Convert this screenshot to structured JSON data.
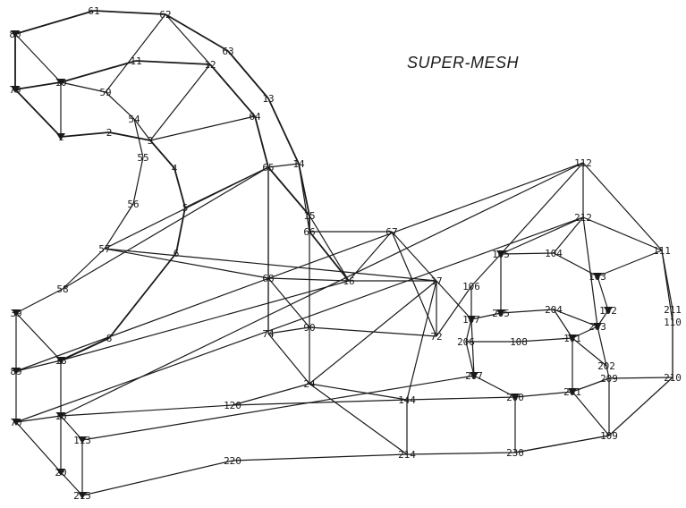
{
  "title": "SUPER-MESH",
  "colors": {
    "ink": "#1a1a1a",
    "background": "#ffffff"
  },
  "nodes": [
    {
      "id": "n80",
      "label": "80"
    },
    {
      "id": "n61",
      "label": "61"
    },
    {
      "id": "n62",
      "label": "62"
    },
    {
      "id": "n63",
      "label": "63"
    },
    {
      "id": "n79",
      "label": "79"
    },
    {
      "id": "n10",
      "label": "10"
    },
    {
      "id": "n11",
      "label": "11"
    },
    {
      "id": "n12",
      "label": "12"
    },
    {
      "id": "n59",
      "label": "59"
    },
    {
      "id": "n54",
      "label": "54"
    },
    {
      "id": "n13",
      "label": "13"
    },
    {
      "id": "n64",
      "label": "64"
    },
    {
      "id": "n1",
      "label": "1"
    },
    {
      "id": "n2",
      "label": "2"
    },
    {
      "id": "n3",
      "label": "3"
    },
    {
      "id": "n55",
      "label": "55"
    },
    {
      "id": "n4",
      "label": "4"
    },
    {
      "id": "n65",
      "label": "65"
    },
    {
      "id": "n14",
      "label": "14"
    },
    {
      "id": "n56",
      "label": "56"
    },
    {
      "id": "n5",
      "label": "5"
    },
    {
      "id": "n15",
      "label": "15"
    },
    {
      "id": "n66",
      "label": "66"
    },
    {
      "id": "n67",
      "label": "67"
    },
    {
      "id": "n57",
      "label": "57"
    },
    {
      "id": "n6",
      "label": "6"
    },
    {
      "id": "n68",
      "label": "68"
    },
    {
      "id": "n16",
      "label": "16"
    },
    {
      "id": "n17",
      "label": "17"
    },
    {
      "id": "n58",
      "label": "58"
    },
    {
      "id": "n39",
      "label": "39"
    },
    {
      "id": "n18",
      "label": "18"
    },
    {
      "id": "n8",
      "label": "8"
    },
    {
      "id": "n74",
      "label": "74"
    },
    {
      "id": "n90",
      "label": "90"
    },
    {
      "id": "n72",
      "label": "72"
    },
    {
      "id": "n9",
      "label": "9"
    },
    {
      "id": "n89",
      "label": "89"
    },
    {
      "id": "n24",
      "label": "24"
    },
    {
      "id": "n70",
      "label": "70"
    },
    {
      "id": "n18b",
      "label": "18"
    },
    {
      "id": "n113",
      "label": "113"
    },
    {
      "id": "n120",
      "label": "120"
    },
    {
      "id": "n144",
      "label": "144"
    },
    {
      "id": "n20",
      "label": "20"
    },
    {
      "id": "n215",
      "label": "215"
    },
    {
      "id": "n220",
      "label": "220"
    },
    {
      "id": "n214",
      "label": "214"
    },
    {
      "id": "n230",
      "label": "230"
    },
    {
      "id": "n112",
      "label": "112"
    },
    {
      "id": "n212",
      "label": "212"
    },
    {
      "id": "n111",
      "label": "111"
    },
    {
      "id": "n105",
      "label": "105"
    },
    {
      "id": "n104",
      "label": "104"
    },
    {
      "id": "n103",
      "label": "103"
    },
    {
      "id": "n106",
      "label": "106"
    },
    {
      "id": "n102",
      "label": "102"
    },
    {
      "id": "n211",
      "label": "211"
    },
    {
      "id": "n110",
      "label": "110"
    },
    {
      "id": "n205",
      "label": "205"
    },
    {
      "id": "n204",
      "label": "204"
    },
    {
      "id": "n203",
      "label": "203"
    },
    {
      "id": "n107",
      "label": "107"
    },
    {
      "id": "n206",
      "label": "206"
    },
    {
      "id": "n108",
      "label": "108"
    },
    {
      "id": "n101",
      "label": "101"
    },
    {
      "id": "n202",
      "label": "202"
    },
    {
      "id": "n209",
      "label": "209"
    },
    {
      "id": "n210",
      "label": "210"
    },
    {
      "id": "n207",
      "label": "207"
    },
    {
      "id": "n200",
      "label": "200"
    },
    {
      "id": "n201",
      "label": "201"
    },
    {
      "id": "n109",
      "label": "109"
    }
  ]
}
